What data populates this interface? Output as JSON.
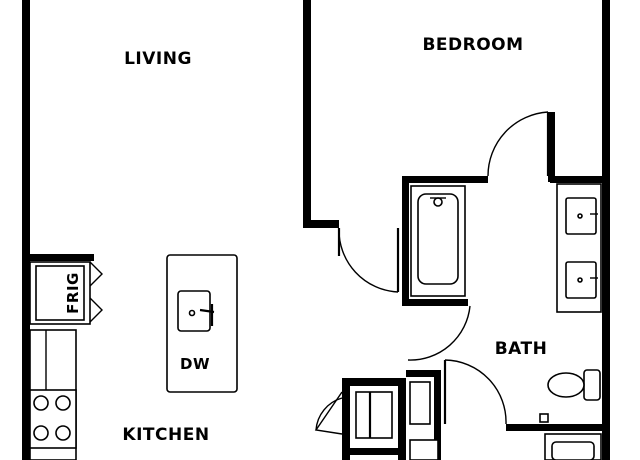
{
  "rooms": {
    "living": "LIVING",
    "bedroom": "BEDROOM",
    "bath": "BATH",
    "kitchen": "KITCHEN"
  },
  "fixtures": {
    "fridge": "FRIG",
    "dishwasher": "DW"
  },
  "colors": {
    "wall": "#000000",
    "background": "#ffffff"
  }
}
